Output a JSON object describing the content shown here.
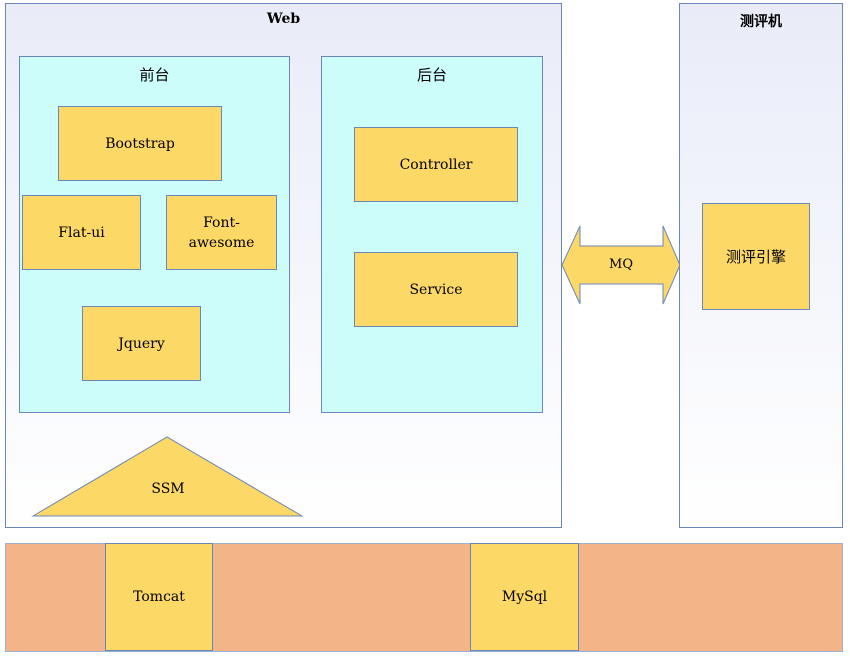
{
  "web": {
    "title": "Web",
    "frontend": {
      "title": "前台",
      "bootstrap": "Bootstrap",
      "flatui": "Flat-ui",
      "fontawesome": "Font-\nawesome",
      "jquery": "Jquery"
    },
    "backend": {
      "title": "后台",
      "controller": "Controller",
      "service": "Service"
    },
    "ssm": "SSM"
  },
  "mq": "MQ",
  "evaluator": {
    "title": "测评机",
    "engine": "测评引擎"
  },
  "infra": {
    "tomcat": "Tomcat",
    "mysql": "MySql"
  },
  "colors": {
    "box_fill": "#fcd867",
    "subpanel_fill": "#ccfdfb",
    "bar_fill": "#f3b487",
    "border": "#6b86b8"
  }
}
